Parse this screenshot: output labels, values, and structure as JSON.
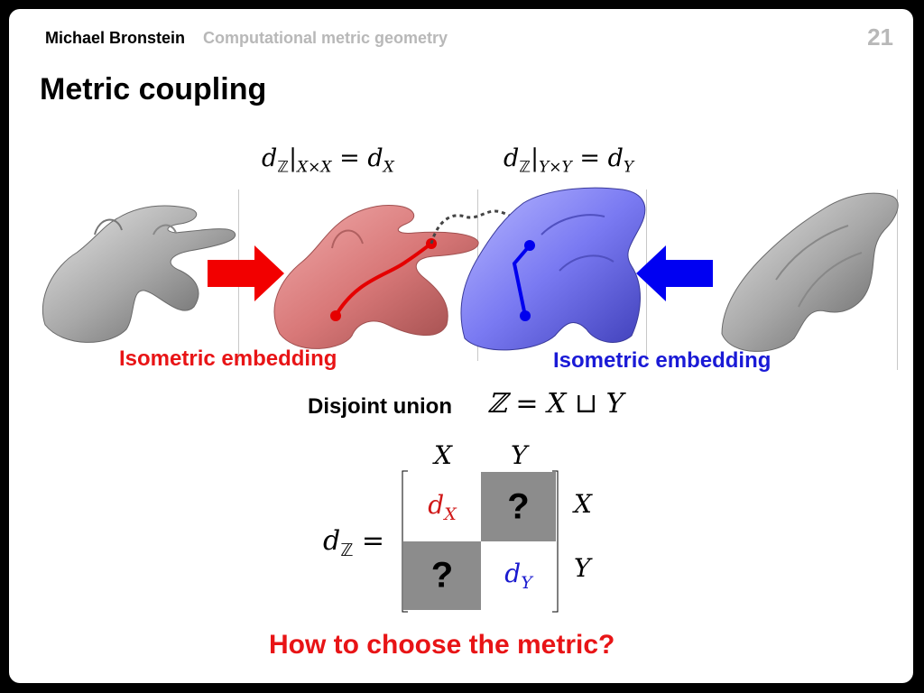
{
  "header": {
    "author": "Michael Bronstein",
    "course": "Computational metric geometry",
    "slide_number": "21"
  },
  "title": "Metric coupling",
  "equations": {
    "left": {
      "d": "d",
      "sub": "ℤ",
      "restrict": "X×X",
      "eq": " = ",
      "rhs": "d",
      "rhs_sub": "X"
    },
    "right": {
      "d": "d",
      "sub": "ℤ",
      "restrict": "Y×Y",
      "eq": " = ",
      "rhs": "d",
      "rhs_sub": "Y"
    }
  },
  "embedding_left": "Isometric embedding",
  "embedding_right": "Isometric embedding",
  "disjoint": {
    "label": "Disjoint union",
    "formula": "ℤ = X ⊔ Y"
  },
  "matrix": {
    "lhs_d": "d",
    "lhs_sub": "ℤ",
    "lhs_eq": " =",
    "col_labels": [
      "X",
      "Y"
    ],
    "row_labels": [
      "X",
      "Y"
    ],
    "cell_00": {
      "d": "d",
      "sub": "X"
    },
    "cell_01": "?",
    "cell_10": "?",
    "cell_11": {
      "d": "d",
      "sub": "Y"
    }
  },
  "question": "How to choose the metric?",
  "colors": {
    "red": "#e81416",
    "blue": "#1a1ad6",
    "gray_cell": "#8c8c8c",
    "header_gray": "#b8b8b8"
  },
  "icons": [
    "hand-gray-left",
    "hand-red",
    "hand-blue",
    "hand-gray-right",
    "right-arrow-icon",
    "left-arrow-icon"
  ]
}
